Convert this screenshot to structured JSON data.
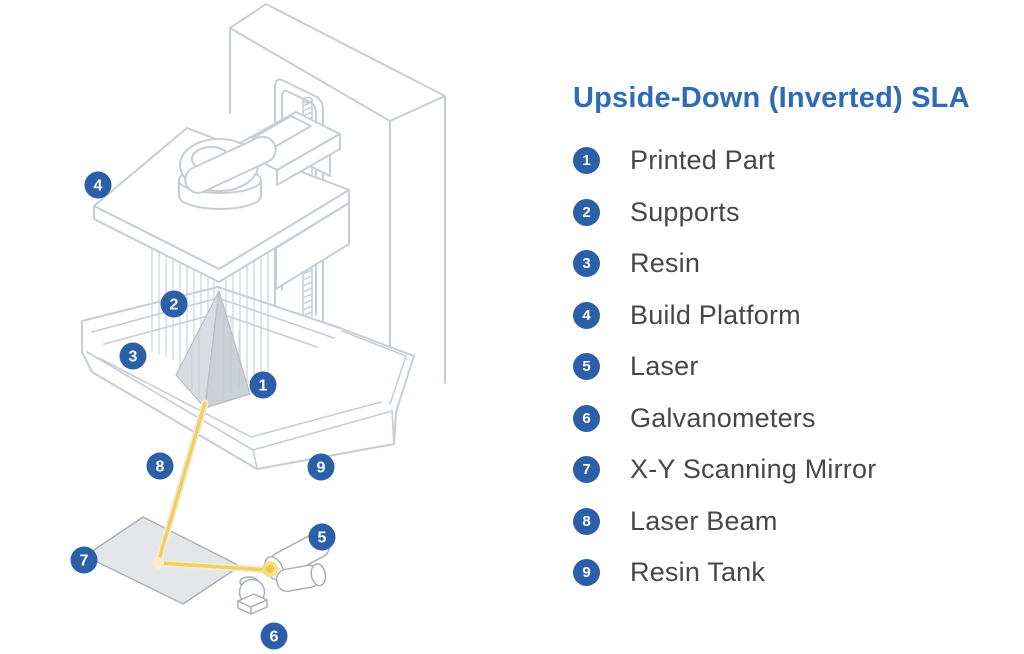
{
  "legend": {
    "title": "Upside-Down (Inverted) SLA",
    "items": [
      {
        "number": "1",
        "label": "Printed Part"
      },
      {
        "number": "2",
        "label": "Supports"
      },
      {
        "number": "3",
        "label": "Resin"
      },
      {
        "number": "4",
        "label": "Build Platform"
      },
      {
        "number": "5",
        "label": "Laser"
      },
      {
        "number": "6",
        "label": "Galvanometers"
      },
      {
        "number": "7",
        "label": "X-Y Scanning Mirror"
      },
      {
        "number": "8",
        "label": "Laser Beam"
      },
      {
        "number": "9",
        "label": "Resin Tank"
      }
    ]
  },
  "colors": {
    "badge_blue": "#2b5fa7",
    "title_blue": "#2e6bb4",
    "label_text": "#474747",
    "line_gray": "#c7cdd6",
    "detail_gray": "#a8aeb7",
    "part_fill_left": "#d9dce1",
    "part_fill_right": "#cbd0d7",
    "mirror_fill": "#e3e5e9",
    "beam_yellow": "#ecd06e",
    "beam_halo": "#f7ecca",
    "beam_glow": "#f0c84a",
    "background": "#ffffff"
  }
}
